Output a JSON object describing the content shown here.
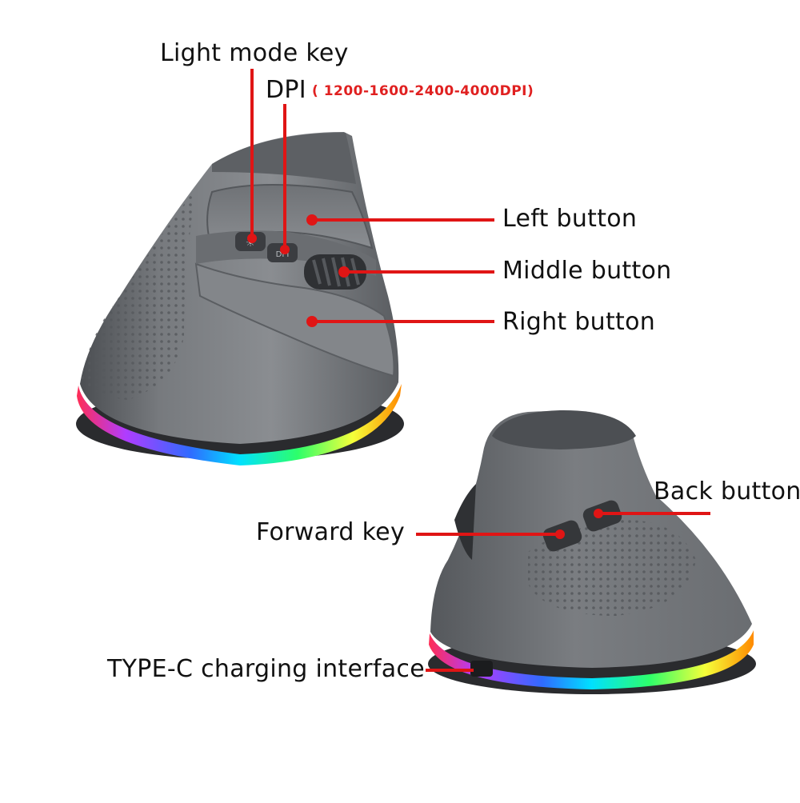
{
  "colors": {
    "callout": "#e01515",
    "mouse_body": "#6e7175",
    "mouse_dark": "#3d3f43",
    "rgb_strip": [
      "#ff2d55",
      "#b03cff",
      "#2f6bff",
      "#00e0ff",
      "#2dff6a",
      "#f5ff3a",
      "#ff8a00"
    ]
  },
  "labels": {
    "light_mode_key": "Light mode key",
    "dpi": "DPI",
    "dpi_range": "( 1200-1600-2400-4000DPI)",
    "left_button": "Left button",
    "middle_button": "Middle button",
    "right_button": "Right button",
    "back_button": "Back button",
    "forward_key": "Forward key",
    "type_c": "TYPE-C charging interface"
  },
  "button_marks": {
    "light_key_glyph": "☀",
    "dpi_key_glyph": "DPI"
  },
  "icons": [
    "sun-icon"
  ]
}
